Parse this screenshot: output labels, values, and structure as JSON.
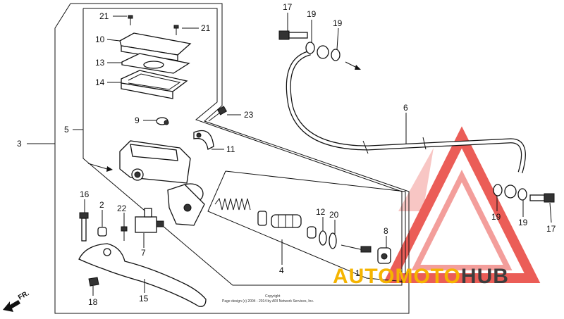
{
  "diagram": {
    "labels": [
      {
        "id": "21a",
        "text": "21"
      },
      {
        "id": "21b",
        "text": "21"
      },
      {
        "id": "10",
        "text": "10"
      },
      {
        "id": "13",
        "text": "13"
      },
      {
        "id": "14",
        "text": "14"
      },
      {
        "id": "9",
        "text": "9"
      },
      {
        "id": "23",
        "text": "23"
      },
      {
        "id": "5",
        "text": "5"
      },
      {
        "id": "3",
        "text": "3"
      },
      {
        "id": "11",
        "text": "11"
      },
      {
        "id": "16",
        "text": "16"
      },
      {
        "id": "2",
        "text": "2"
      },
      {
        "id": "22",
        "text": "22"
      },
      {
        "id": "7",
        "text": "7"
      },
      {
        "id": "15",
        "text": "15"
      },
      {
        "id": "18",
        "text": "18"
      },
      {
        "id": "12",
        "text": "12"
      },
      {
        "id": "20",
        "text": "20"
      },
      {
        "id": "4",
        "text": "4"
      },
      {
        "id": "1",
        "text": "1"
      },
      {
        "id": "8",
        "text": "8"
      },
      {
        "id": "17a",
        "text": "17"
      },
      {
        "id": "19a",
        "text": "19"
      },
      {
        "id": "19b",
        "text": "19"
      },
      {
        "id": "6",
        "text": "6"
      },
      {
        "id": "19c",
        "text": "19"
      },
      {
        "id": "19d",
        "text": "19"
      },
      {
        "id": "17b",
        "text": "17"
      }
    ],
    "direction_label": "FR.",
    "copyright_line1": "Copyright",
    "copyright_line2": "Page design (c) 2004 - 2014 by ARI Network Services, Inc."
  },
  "watermark": {
    "brand_part1": "AUTOMOTO",
    "brand_part2": "HUB",
    "color_red": "#e8413a",
    "color_yellow": "#f5b400",
    "color_dark": "#3d3d3d"
  }
}
